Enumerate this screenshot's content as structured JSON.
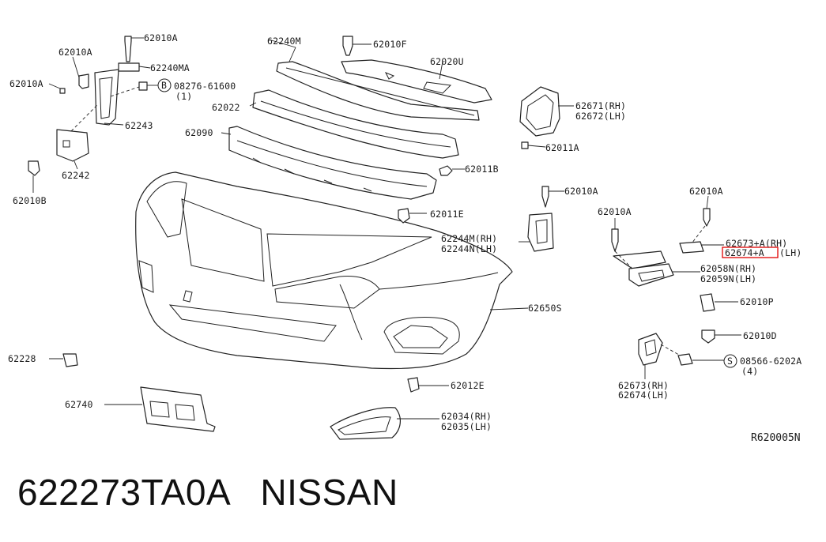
{
  "caption": "622273TA0A   NISSAN",
  "figure_ref": "R620005N",
  "highlight_color": "#e00000",
  "labels": {
    "l_62010A_top": "62010A",
    "l_62010A_left": "62010A",
    "l_62010A_left2": "62010A",
    "l_62240MA": "62240MA",
    "l_08276": "08276-61600",
    "l_08276_qty": "(1)",
    "l_62243": "62243",
    "l_62242": "62242",
    "l_62010B": "62010B",
    "l_62240M": "62240M",
    "l_62010F": "62010F",
    "l_62020U": "62020U",
    "l_62022": "62022",
    "l_62090": "62090",
    "l_62671": "62671(RH)",
    "l_62672": "62672(LH)",
    "l_62011A": "62011A",
    "l_62011B": "62011B",
    "l_62011E": "62011E",
    "l_62010A_mid": "62010A",
    "l_62244M": "62244M(RH)",
    "l_62244N": "62244N(LH)",
    "l_62010A_r1": "62010A",
    "l_62010A_r2": "62010A",
    "l_62673A": "62673+A(RH)",
    "l_62674A": "62674+A",
    "l_62674A_lh": "(LH)",
    "l_62058N": "62058N(RH)",
    "l_62059N": "62059N(LH)",
    "l_62650S": "62650S",
    "l_62010P": "62010P",
    "l_62010D": "62010D",
    "l_08566": "08566-6202A",
    "l_08566_qty": "(4)",
    "l_62228": "62228",
    "l_62012E": "62012E",
    "l_62673": "62673(RH)",
    "l_62674": "62674(LH)",
    "l_62740": "62740",
    "l_62034": "62034(RH)",
    "l_62035": "62035(LH)",
    "l_circle_B": "B",
    "l_circle_S": "S"
  }
}
